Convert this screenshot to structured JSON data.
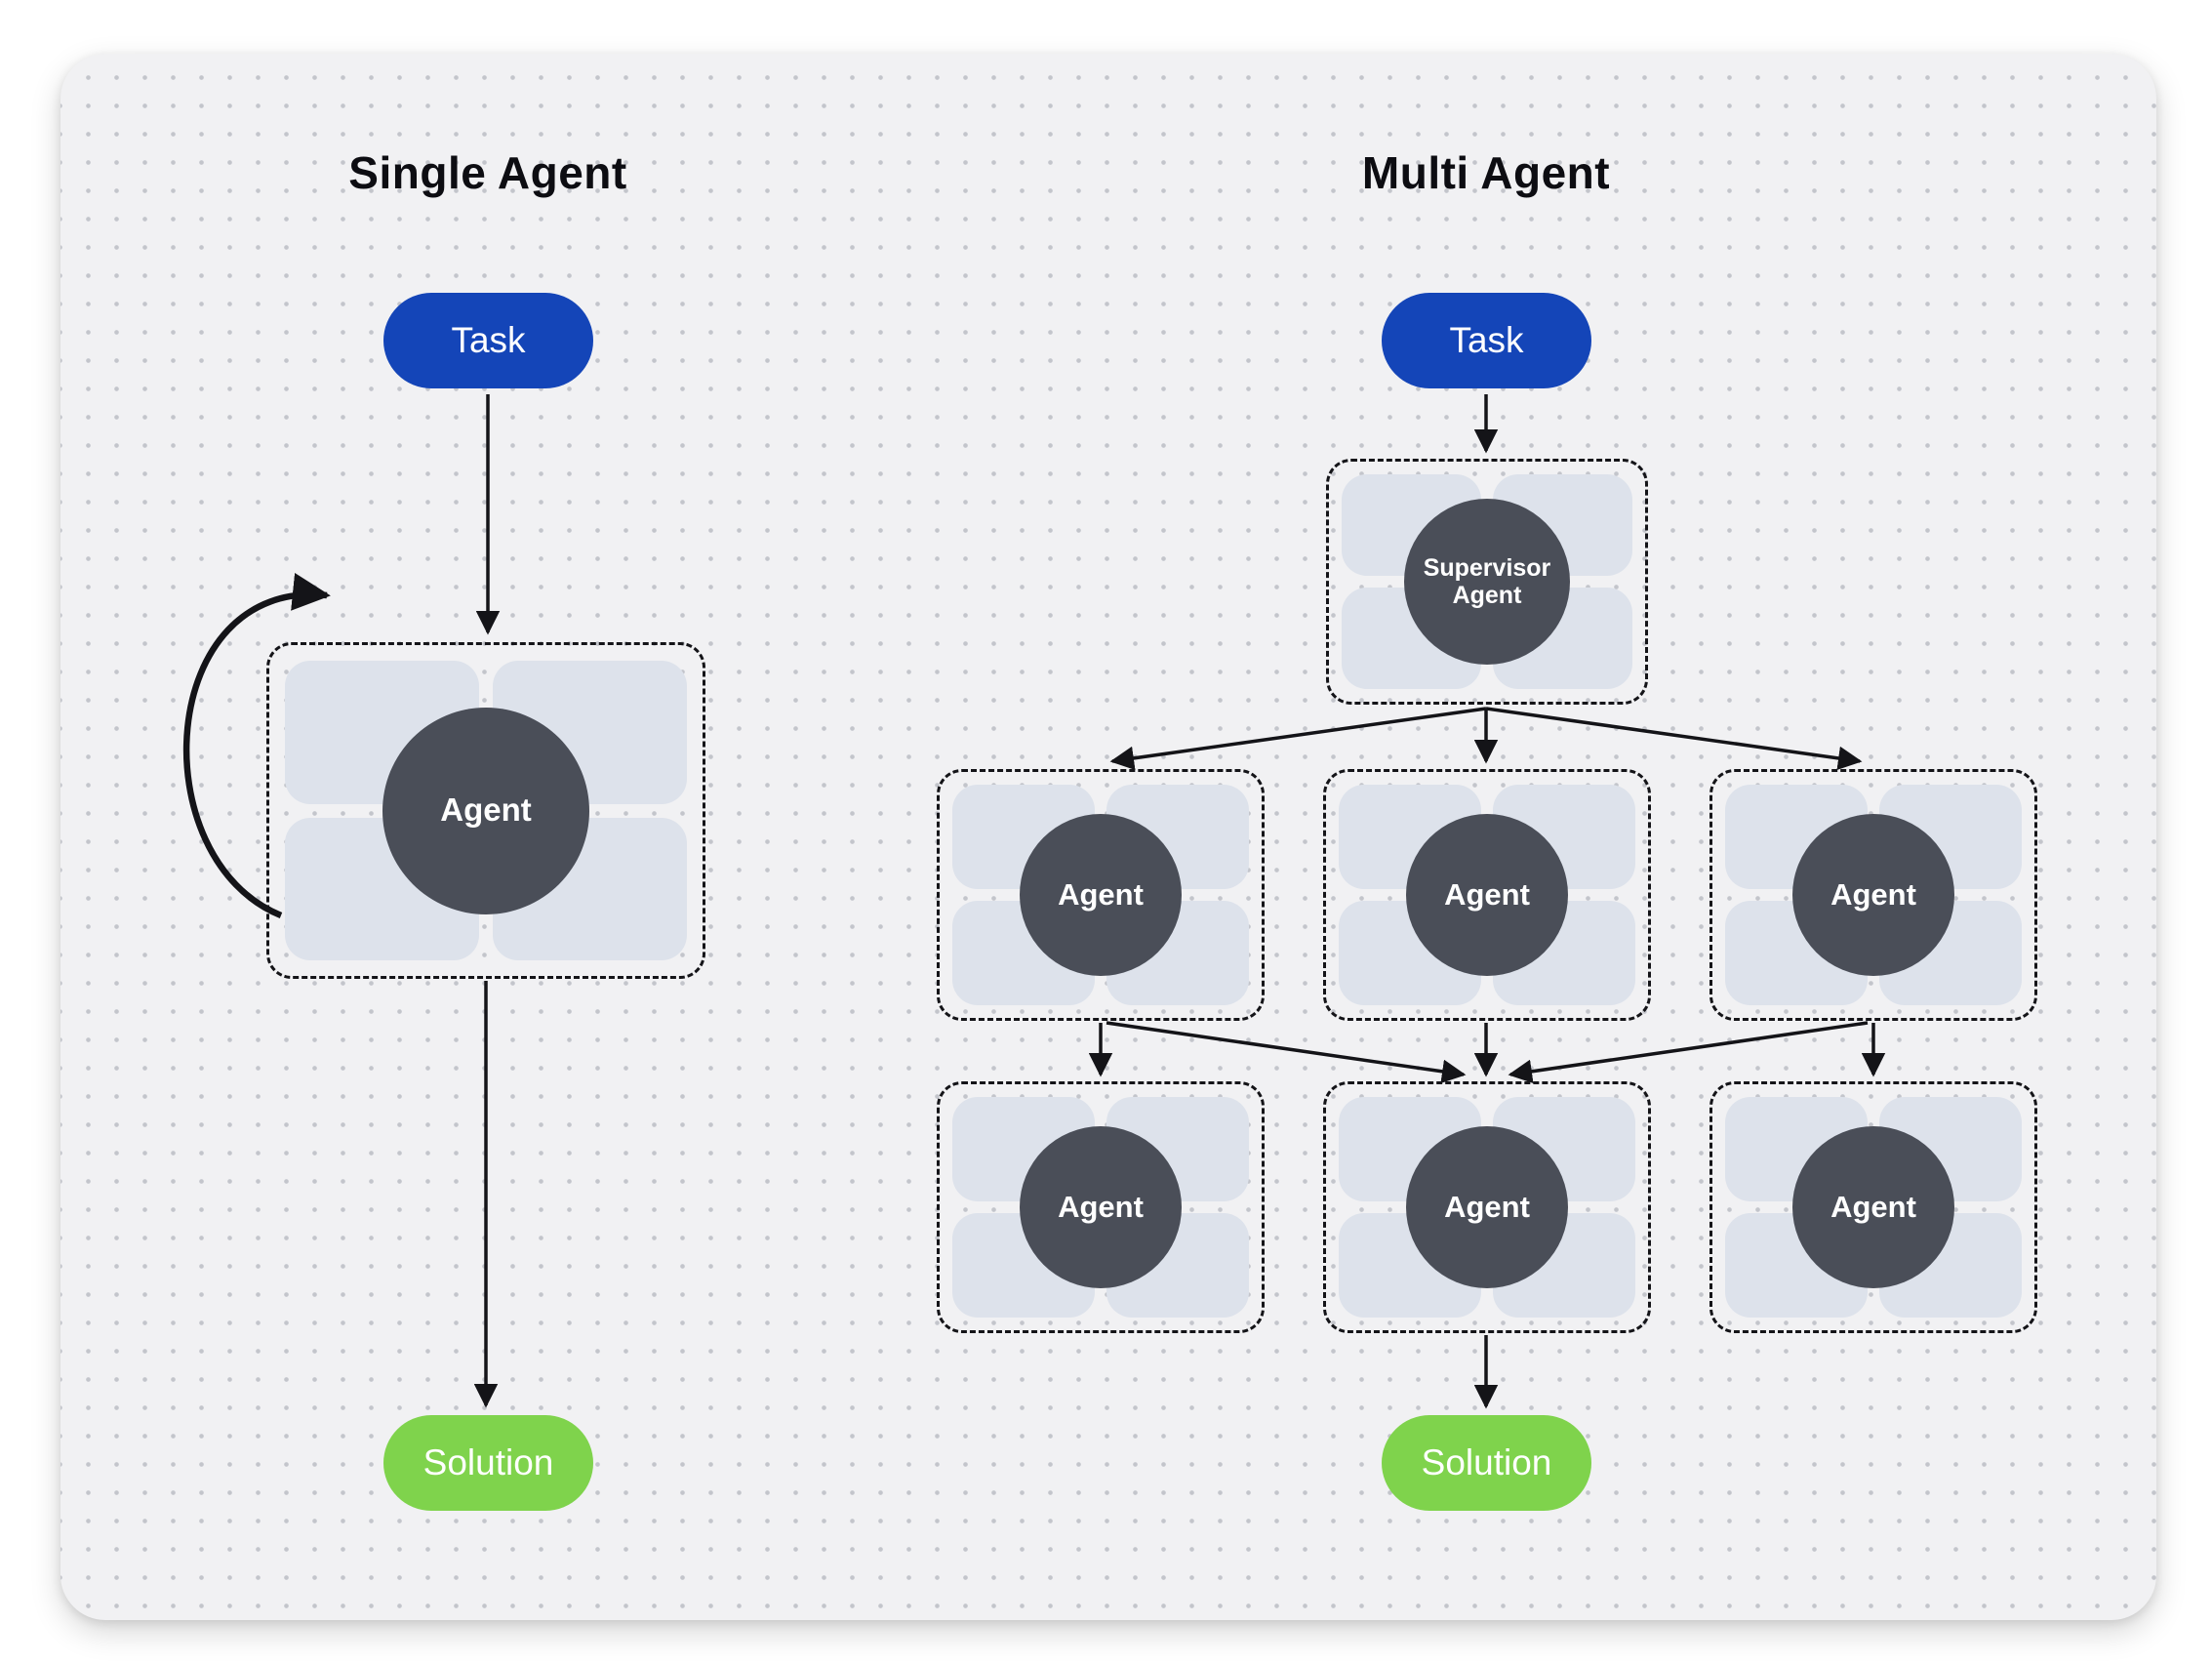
{
  "colors": {
    "canvas_bg": "#f1f1f3",
    "dot": "#c3c5cb",
    "task_bg": "#1445b8",
    "solution_bg": "#7fd34c",
    "agent_circle_bg": "#4a4e58",
    "quadrant_bg": "#dde2eb",
    "line": "#141418",
    "title": "#0d0d12",
    "text_light": "#ffffff"
  },
  "single_agent": {
    "title": "Single Agent",
    "task_label": "Task",
    "agent_label": "Agent",
    "solution_label": "Solution"
  },
  "multi_agent": {
    "title": "Multi Agent",
    "task_label": "Task",
    "supervisor_label": "Supervisor Agent",
    "row1_agents": [
      "Agent",
      "Agent",
      "Agent"
    ],
    "row2_agents": [
      "Agent",
      "Agent",
      "Agent"
    ],
    "solution_label": "Solution"
  }
}
